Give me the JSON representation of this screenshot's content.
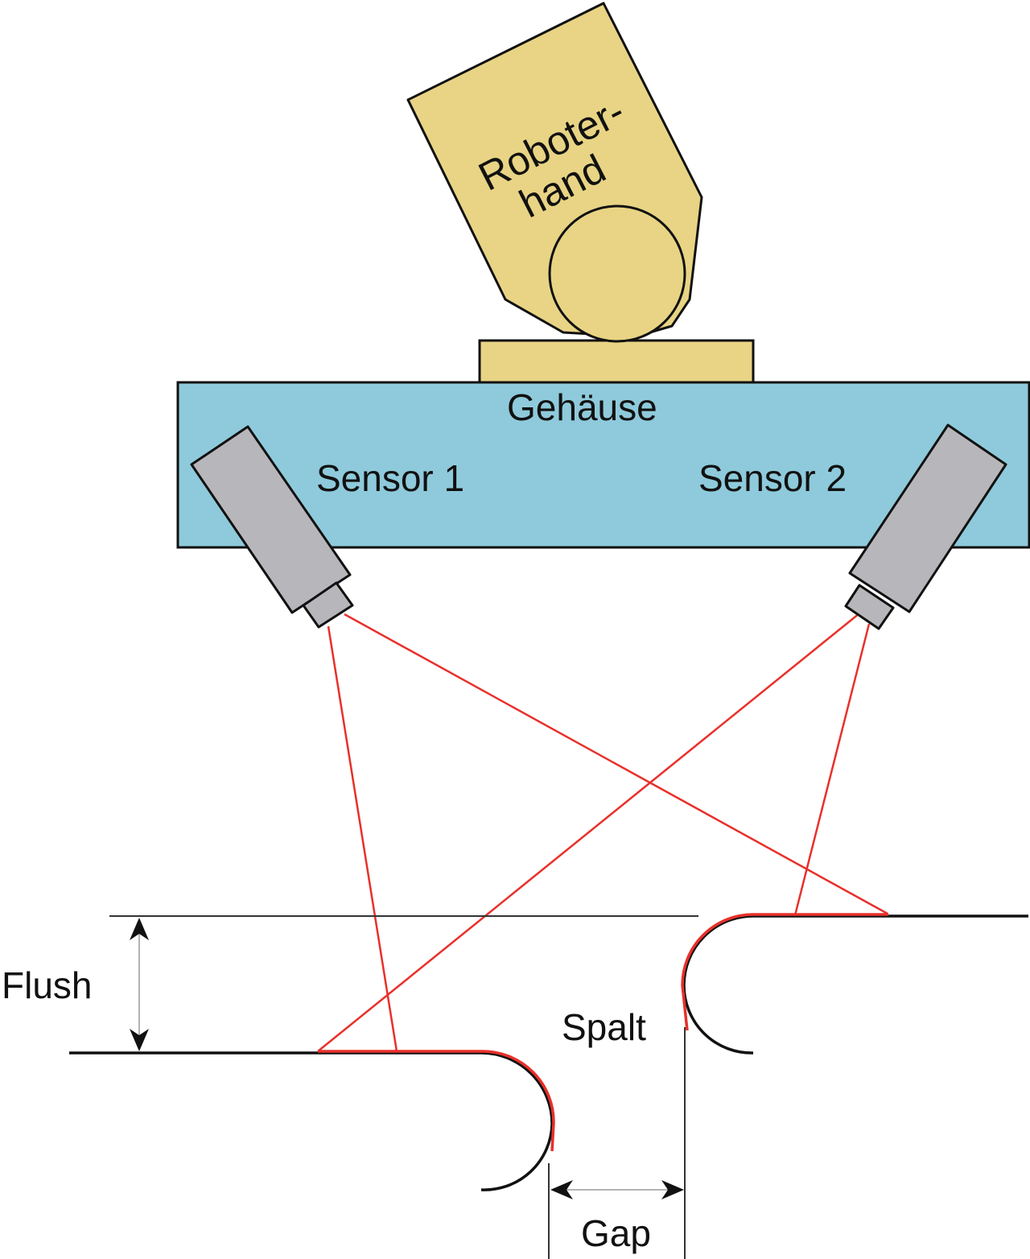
{
  "labels": {
    "robot_hand_line1": "Roboter-",
    "robot_hand_line2": "hand",
    "housing": "Gehäuse",
    "sensor1": "Sensor 1",
    "sensor2": "Sensor 2",
    "flush": "Flush",
    "spalt": "Spalt",
    "gap": "Gap"
  },
  "colors": {
    "robot_hand": "#e8d484",
    "housing": "#8ecadb",
    "sensor_body": "#b7b6bb",
    "laser": "#e8302a",
    "outline": "#111111",
    "dimension_line": "#9a9a9a"
  }
}
